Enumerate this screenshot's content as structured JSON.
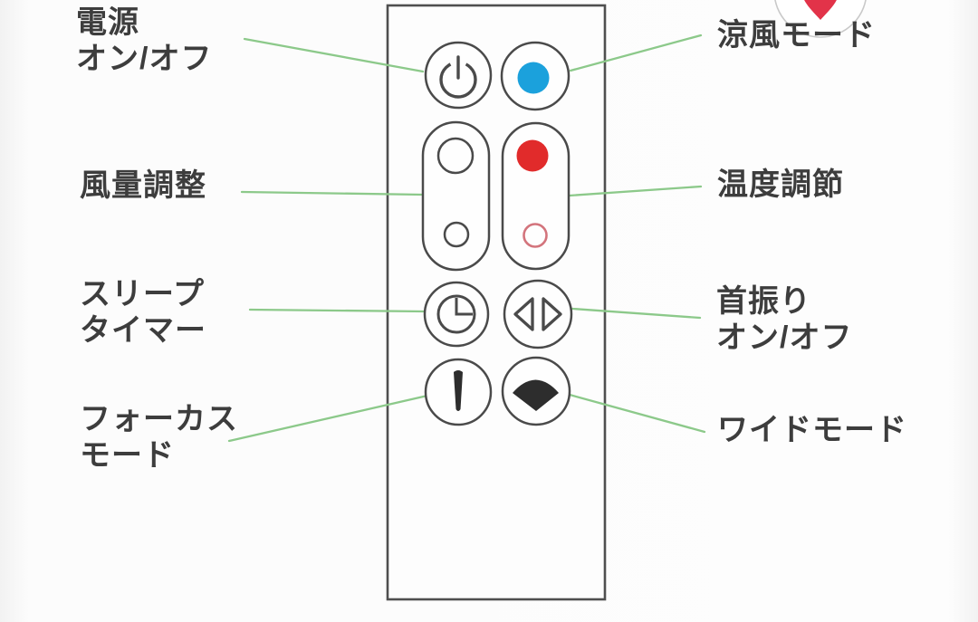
{
  "diagram": {
    "subject": "fan-remote-control-button-guide"
  },
  "colors": {
    "connector_green": "#8cc98a",
    "cool_blue": "#1ba1dc",
    "heat_red": "#e12b2b",
    "heat_low_ring": "#d3747c",
    "outline_gray": "#4a4a4a",
    "heart_red": "#e23349"
  },
  "annotations": {
    "power": {
      "text": "電源\nオン/オフ",
      "icon": "power-icon"
    },
    "airflow": {
      "text": "風量調整",
      "icon": "fan-speed-rocker"
    },
    "sleep_timer": {
      "text": "スリープ\nタイマー",
      "icon": "clock-icon"
    },
    "focus_mode": {
      "text": "フォーカス\nモード",
      "icon": "narrow-jet-icon"
    },
    "cool_mode": {
      "text": "涼風モード",
      "icon": "blue-dot-icon"
    },
    "temperature": {
      "text": "温度調節",
      "icon": "thermostat-rocker"
    },
    "oscillation": {
      "text": "首振り\nオン/オフ",
      "icon": "oscillation-arrows-icon"
    },
    "wide_mode": {
      "text": "ワイドモード",
      "icon": "wide-jet-icon"
    }
  },
  "badge": {
    "name": "favorite-heart-badge"
  }
}
